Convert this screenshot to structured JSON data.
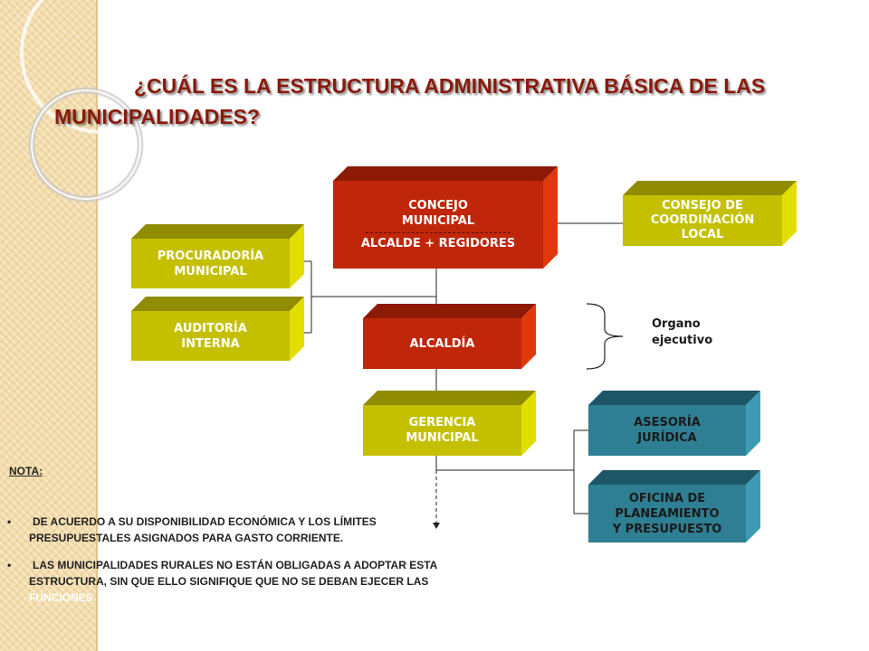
{
  "title": {
    "line1": "¿CUÁL ES LA ESTRUCTURA ADMINISTRATIVA BÁSICA DE LAS",
    "line2": "MUNICIPALIDADES?"
  },
  "boxes": {
    "concejo": {
      "line1": "CONCEJO",
      "line2": "MUNICIPAL",
      "line3": "ALCALDE + REGIDORES"
    },
    "consejo": {
      "line1": "CONSEJO DE",
      "line2": "COORDINACIÓN",
      "line3": "LOCAL"
    },
    "procuraduria": {
      "line1": "PROCURADORÍA",
      "line2": "MUNICIPAL"
    },
    "auditoria": {
      "line1": "AUDITORÍA",
      "line2": "INTERNA"
    },
    "alcaldia": {
      "line1": "ALCALDÍA"
    },
    "gerencia": {
      "line1": "GERENCIA",
      "line2": "MUNICIPAL"
    },
    "asesoria": {
      "line1": "ASESORÍA",
      "line2": "JURÍDICA"
    },
    "oficina": {
      "line1": "OFICINA DE",
      "line2": "PLANEAMIENTO",
      "line3": "Y PRESUPUESTO"
    }
  },
  "organo": {
    "line1": "Organo",
    "line2": "ejecutivo"
  },
  "note": {
    "title": "NOTA:",
    "bullet_glyph": "•",
    "bullets": [
      {
        "line1": "DE ACUERDO A SU DISPONIBILIDAD ECONÓMICA Y LOS LÍMITES",
        "line2": "PRESUPUESTALES ASIGNADOS PARA GASTO CORRIENTE."
      },
      {
        "line1": "LAS MUNICIPALIDADES RURALES NO ESTÁN OBLIGADAS A  ADOPTAR ESTA",
        "line2": "ESTRUCTURA, SIN QUE ELLO SIGNIFIQUE QUE NO SE DEBAN EJECER LAS",
        "line3": "FUNCIONES"
      }
    ]
  },
  "colors": {
    "red_front": "#c0260a",
    "red_top": "#8c1a05",
    "red_side": "#e0380d",
    "olive_front": "#c4c000",
    "olive_top": "#8f8c00",
    "olive_side": "#e2de00",
    "teal_front": "#2e7f93",
    "teal_top": "#1d5666",
    "teal_side": "#3d9cb3"
  }
}
